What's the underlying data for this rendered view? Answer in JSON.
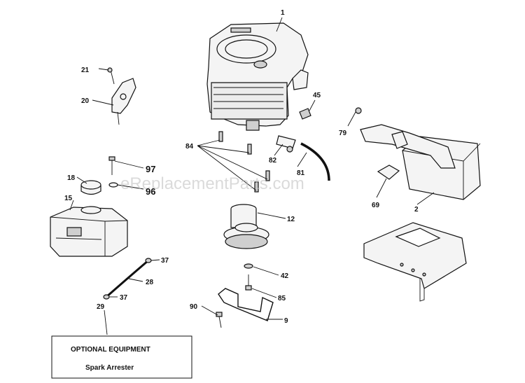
{
  "watermark": "eReplacementParts.com",
  "optional_box": {
    "title": "OPTIONAL EQUIPMENT",
    "subtitle": "Spark Arrester"
  },
  "callouts": {
    "c1": "1",
    "c2": "2",
    "c9": "9",
    "c12": "12",
    "c15": "15",
    "c18": "18",
    "c20": "20",
    "c21": "21",
    "c28": "28",
    "c29": "29",
    "c37a": "37",
    "c37b": "37",
    "c42": "42",
    "c45": "45",
    "c69": "69",
    "c79": "79",
    "c81": "81",
    "c82": "82",
    "c84": "84",
    "c85": "85",
    "c90": "90",
    "c96": "96",
    "c97": "97"
  }
}
